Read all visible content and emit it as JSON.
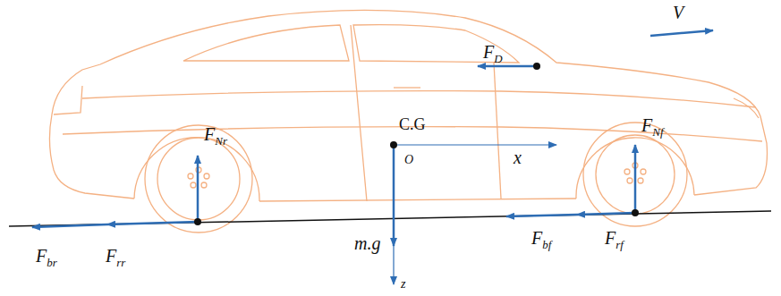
{
  "diagram": {
    "labels": [
      "V",
      "FD",
      "C.G",
      "O",
      "x",
      "FNr",
      "FNf",
      "m.g",
      "Fbr",
      "Frr",
      "Fbf",
      "Frf",
      "z"
    ]
  }
}
